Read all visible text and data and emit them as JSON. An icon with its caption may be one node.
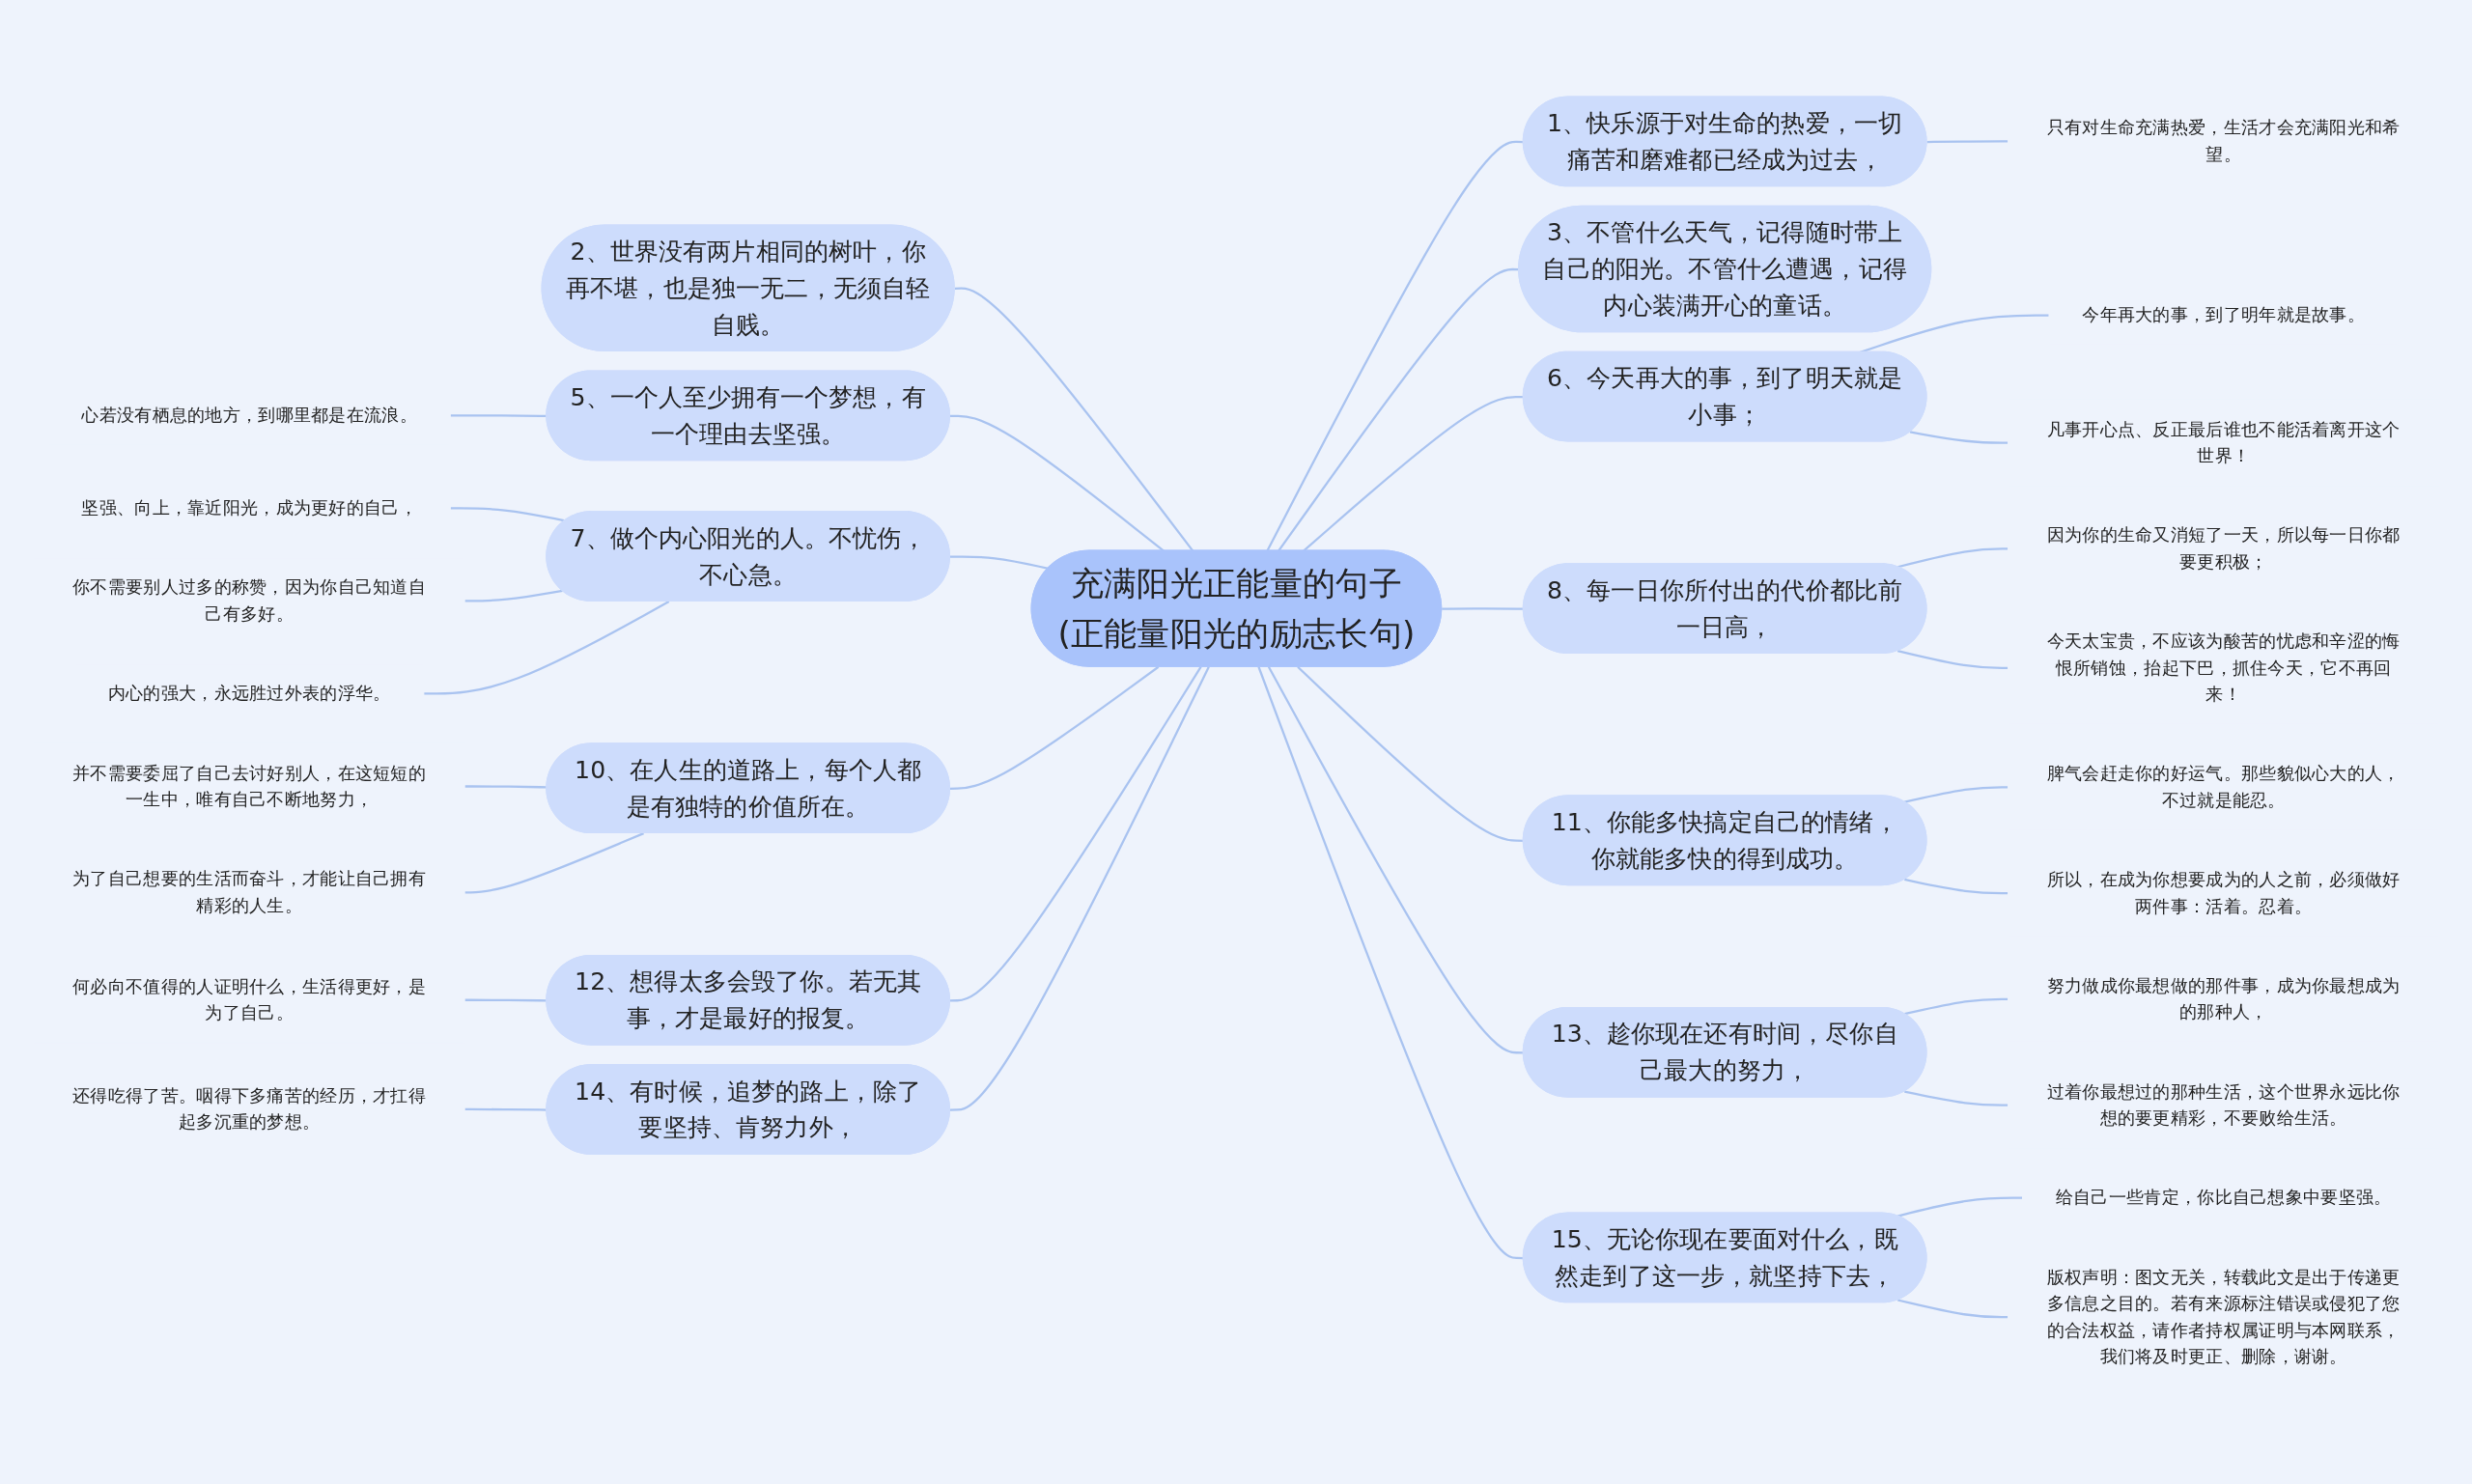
{
  "diagram": {
    "nodes": [
      {
        "text": [
          "充满阳光正能量的句子(正能量阳光的励志长句)"
        ]
      },
      {
        "text": [
          "1、快乐源于对生命的热爱，一切痛苦和磨难都已经成为过去，"
        ]
      },
      {
        "text": [
          "只有对生命充满热爱，生活才会充满阳光和希望。"
        ]
      },
      {
        "text": [
          "3、不管什么天气，记得随时带上自己的阳光。不管什么遭遇，记得内心装满开心的童话。"
        ]
      },
      {
        "text": [
          "6、今天再大的事，到了明天就是小事；"
        ]
      },
      {
        "text": [
          "今年再大的事，到了明年就是故事。"
        ]
      },
      {
        "text": [
          "凡事开心点、反正最后谁也不能活着离开这个世界！"
        ]
      },
      {
        "text": [
          "8、每一日你所付出的代价都比前一日高，"
        ]
      },
      {
        "text": [
          "因为你的生命又消短了一天，所以每一日你都要更积极；"
        ]
      },
      {
        "text": [
          "今天太宝贵，不应该为酸苦的忧虑和辛涩的悔恨所销蚀，抬起下巴，抓住今天，它不再回来！"
        ]
      },
      {
        "text": [
          "11、你能多快搞定自己的情绪，你就能多快的得到成功。"
        ]
      },
      {
        "text": [
          "脾气会赶走你的好运气。那些貌似心大的人，不过就是能忍。"
        ]
      },
      {
        "text": [
          "所以，在成为你想要成为的人之前，必须做好两件事：活着。忍着。"
        ]
      },
      {
        "text": [
          "13、趁你现在还有时间，尽你自己最大的努力，"
        ]
      },
      {
        "text": [
          "努力做成你最想做的那件事，成为你最想成为的那种人，"
        ]
      },
      {
        "text": [
          "过着你最想过的那种生活，这个世界永远比你想的要更精彩，不要败给生活。"
        ]
      },
      {
        "text": [
          "15、无论你现在要面对什么，既然走到了这一步，就坚持下去，"
        ]
      },
      {
        "text": [
          "给自己一些肯定，你比自己想象中要坚强。"
        ]
      },
      {
        "text": [
          "版权声明：图文无关，转载此文是出于传递更多信息之目的。若有来源标注错误或侵犯了您的合法权益，请作者持权属证明与本网联系，我们将及时更正、删除，谢谢。"
        ]
      },
      {
        "text": [
          "2、世界没有两片相同的树叶，你再不堪，也是独一无二，无须自轻自贱。"
        ]
      },
      {
        "text": [
          "5、一个人至少拥有一个梦想，有一个理由去坚强。"
        ]
      },
      {
        "text": [
          "心若没有栖息的地方，到哪里都是在流浪。"
        ]
      },
      {
        "text": [
          "7、做个内心阳光的人。不忧伤，不心急。"
        ]
      },
      {
        "text": [
          "坚强、向上，靠近阳光，成为更好的自己，"
        ]
      },
      {
        "text": [
          "你不需要别人过多的称赞，因为你自己知道自己有多好。"
        ]
      },
      {
        "text": [
          "内心的强大，永远胜过外表的浮华。"
        ]
      },
      {
        "text": [
          "10、在人生的道路上，每个人都是有独特的价值所在。"
        ]
      },
      {
        "text": [
          "并不需要委屈了自己去讨好别人，在这短短的一生中，唯有自己不断地努力，"
        ]
      },
      {
        "text": [
          "为了自己想要的生活而奋斗，才能让自己拥有精彩的人生。"
        ]
      },
      {
        "text": [
          "12、想得太多会毁了你。若无其事，才是最好的报复。"
        ]
      },
      {
        "text": [
          "何必向不值得的人证明什么，生活得更好，是为了自己。"
        ]
      },
      {
        "text": [
          "14、有时候，追梦的路上，除了要坚持、肯努力外，"
        ]
      },
      {
        "text": [
          "还得吃得了苦。咽得下多痛苦的经历，才扛得起多沉重的梦想。"
        ]
      }
    ],
    "edges": [
      {
        "from": 0,
        "to": 1,
        "arrow": "none"
      },
      {
        "from": 1,
        "to": 2,
        "arrow": "none"
      },
      {
        "from": 0,
        "to": 3,
        "arrow": "none"
      },
      {
        "from": 0,
        "to": 4,
        "arrow": "none"
      },
      {
        "from": 4,
        "to": 5,
        "arrow": "none"
      },
      {
        "from": 4,
        "to": 6,
        "arrow": "none"
      },
      {
        "from": 0,
        "to": 7,
        "arrow": "none"
      },
      {
        "from": 7,
        "to": 8,
        "arrow": "none"
      },
      {
        "from": 7,
        "to": 9,
        "arrow": "none"
      },
      {
        "from": 0,
        "to": 10,
        "arrow": "none"
      },
      {
        "from": 10,
        "to": 11,
        "arrow": "none"
      },
      {
        "from": 10,
        "to": 12,
        "arrow": "none"
      },
      {
        "from": 0,
        "to": 13,
        "arrow": "none"
      },
      {
        "from": 13,
        "to": 14,
        "arrow": "none"
      },
      {
        "from": 13,
        "to": 15,
        "arrow": "none"
      },
      {
        "from": 0,
        "to": 16,
        "arrow": "none"
      },
      {
        "from": 16,
        "to": 17,
        "arrow": "none"
      },
      {
        "from": 16,
        "to": 18,
        "arrow": "none"
      },
      {
        "from": 19,
        "to": 0,
        "arrow": "none"
      },
      {
        "from": 20,
        "to": 0,
        "arrow": "none"
      },
      {
        "from": 21,
        "to": 20,
        "arrow": "none"
      },
      {
        "from": 22,
        "to": 0,
        "arrow": "none"
      },
      {
        "from": 23,
        "to": 22,
        "arrow": "none"
      },
      {
        "from": 24,
        "to": 22,
        "arrow": "none"
      },
      {
        "from": 25,
        "to": 22,
        "arrow": "none"
      },
      {
        "from": 26,
        "to": 0,
        "arrow": "none"
      },
      {
        "from": 27,
        "to": 26,
        "arrow": "none"
      },
      {
        "from": 28,
        "to": 26,
        "arrow": "none"
      },
      {
        "from": 29,
        "to": 0,
        "arrow": "none"
      },
      {
        "from": 30,
        "to": 29,
        "arrow": "none"
      },
      {
        "from": 31,
        "to": 0,
        "arrow": "none"
      },
      {
        "from": 32,
        "to": 31,
        "arrow": "none"
      }
    ]
  }
}
